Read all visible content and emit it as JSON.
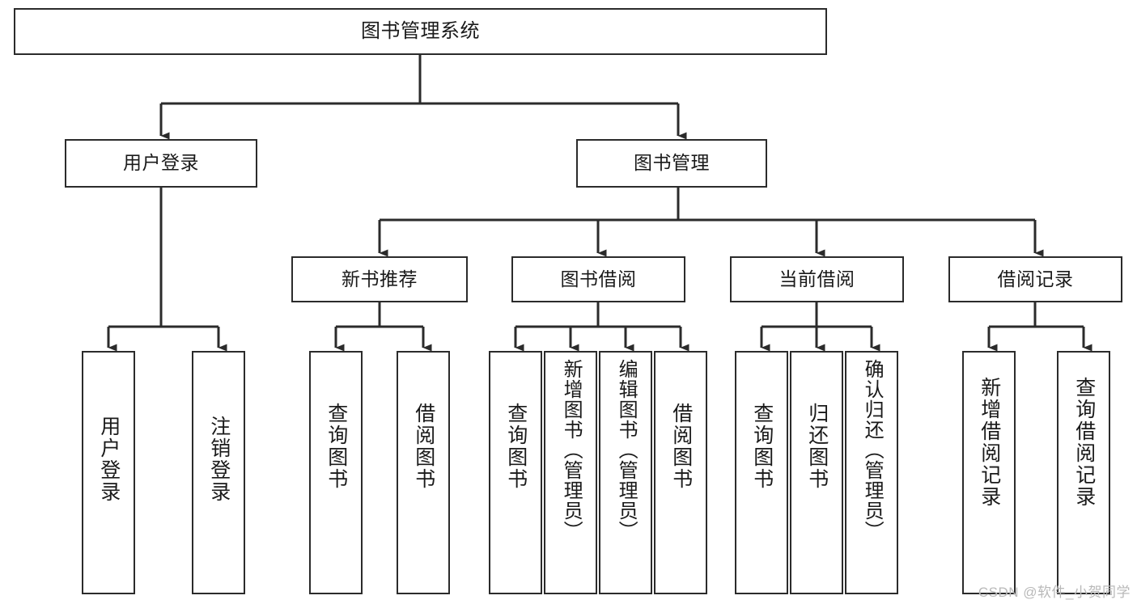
{
  "diagram": {
    "type": "tree-hierarchy-chart",
    "title": "图书管理系统",
    "background_color": "#ffffff",
    "line_color": "#2b2b2b",
    "box_border_color": "#2b2b2b",
    "text_color": "#1a1a1a",
    "levels": {
      "root": {
        "label": "图书管理系统"
      },
      "level2": [
        {
          "label": "用户登录"
        },
        {
          "label": "图书管理"
        }
      ],
      "level3": [
        {
          "label": "新书推荐"
        },
        {
          "label": "图书借阅"
        },
        {
          "label": "当前借阅"
        },
        {
          "label": "借阅记录"
        }
      ],
      "leaves": {
        "user_login": [
          {
            "label": "用户登录"
          },
          {
            "label": "注销登录"
          }
        ],
        "new_book_recommend": [
          {
            "label": "查询图书"
          },
          {
            "label": "借阅图书"
          }
        ],
        "book_borrow": [
          {
            "label": "查询图书"
          },
          {
            "label": "新增图书（管理员）"
          },
          {
            "label": "编辑图书（管理员）"
          },
          {
            "label": "借阅图书"
          }
        ],
        "current_borrow": [
          {
            "label": "查询图书"
          },
          {
            "label": "归还图书"
          },
          {
            "label": "确认归还（管理员）"
          }
        ],
        "borrow_records": [
          {
            "label": "新增借阅记录"
          },
          {
            "label": "查询借阅记录"
          }
        ]
      }
    }
  },
  "watermark": {
    "text": "CSDN @软件_小贺同学"
  }
}
